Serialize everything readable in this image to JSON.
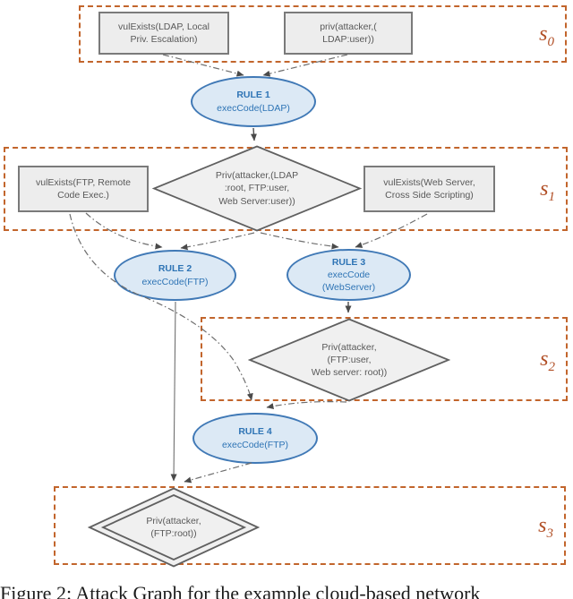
{
  "figure": {
    "caption": "Figure 2: Attack Graph for the example cloud-based network"
  },
  "colors": {
    "group_border": "#c2652c",
    "group_label": "#b14f26",
    "rect_fill": "#ededed",
    "rect_border": "#7a7a7a",
    "rect_text": "#595959",
    "diamond_fill": "#f0f0f0",
    "diamond_border": "#606060",
    "ellipse_fill": "#dce9f5",
    "ellipse_border": "#4079b6",
    "ellipse_text": "#2e74b5",
    "edge_color": "#6e6e6e"
  },
  "groups": [
    {
      "id": "s0",
      "label": "s",
      "sub": "0"
    },
    {
      "id": "s1",
      "label": "s",
      "sub": "1"
    },
    {
      "id": "s2",
      "label": "s",
      "sub": "2"
    },
    {
      "id": "s3",
      "label": "s",
      "sub": "3"
    }
  ],
  "nodes": {
    "rect_vul_ldap": {
      "text": "vulExists(LDAP, Local\nPriv. Escalation)"
    },
    "rect_priv_ldap": {
      "text": "priv(attacker,(\nLDAP:user))"
    },
    "rule1": {
      "title": "RULE 1",
      "body": "execCode(LDAP)"
    },
    "rect_vul_ftp": {
      "text": "vulExists(FTP, Remote\nCode Exec.)"
    },
    "diamond_s1": {
      "text": "Priv(attacker,(LDAP\n:root, FTP:user,\nWeb Server:user))"
    },
    "rect_vul_web": {
      "text": "vulExists(Web  Server,\nCross Side Scripting)"
    },
    "rule2": {
      "title": "RULE 2",
      "body": "execCode(FTP)"
    },
    "rule3": {
      "title": "RULE 3",
      "body": "execCode\n(WebServer)"
    },
    "diamond_s2": {
      "text": "Priv(attacker,\n(FTP:user,\nWeb server: root))"
    },
    "rule4": {
      "title": "RULE 4",
      "body": "execCode(FTP)"
    },
    "diamond_s3": {
      "text": "Priv(attacker,\n(FTP:root))"
    }
  }
}
